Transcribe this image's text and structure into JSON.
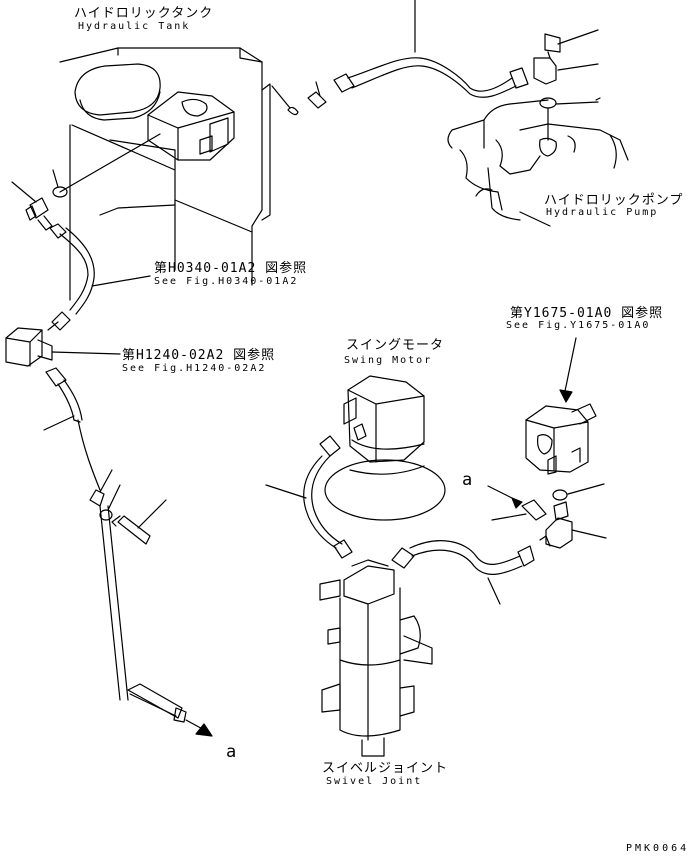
{
  "labels": {
    "tank_jp": "ハイドロリックタンク",
    "tank_en": "Hydraulic Tank",
    "pump_jp": "ハイドロリックポンプ",
    "pump_en": "Hydraulic Pump",
    "ref1_jp": "第H0340-01A2 図参照",
    "ref1_en": "See Fig.H0340-01A2",
    "ref2_jp": "第H1240-02A2 図参照",
    "ref2_en": "See Fig.H1240-02A2",
    "ref3_jp": "第Y1675-01A0 図参照",
    "ref3_en": "See Fig.Y1675-01A0",
    "swing_jp": "スイングモータ",
    "swing_en": "Swing Motor",
    "swivel_jp": "スイベルジョイント",
    "swivel_en": "Swivel Joint",
    "mark_a_upper": "a",
    "mark_a_lower": "a",
    "drawing_code": "PMK0064"
  }
}
